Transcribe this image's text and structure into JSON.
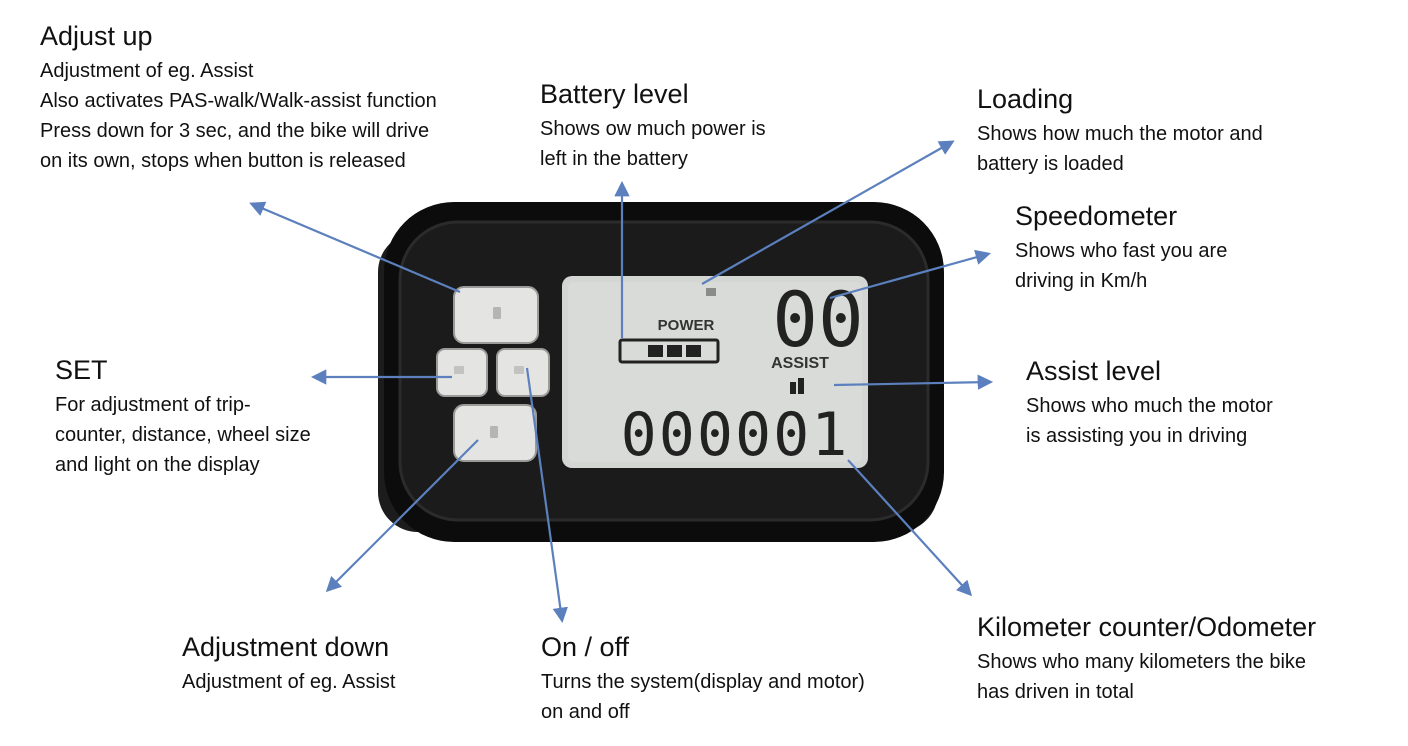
{
  "callouts": {
    "adjust_up": {
      "title": "Adjust up",
      "lines": [
        "Adjustment of eg. Assist",
        "Also activates PAS-walk/Walk-assist function",
        "Press down for 3 sec, and the bike will drive",
        "on its own, stops when button is released"
      ]
    },
    "battery": {
      "title": "Battery level",
      "lines": [
        "Shows ow much power is",
        "left in the battery"
      ]
    },
    "loading": {
      "title": "Loading",
      "lines": [
        "Shows how much the motor and",
        "battery is loaded"
      ]
    },
    "speedometer": {
      "title": "Speedometer",
      "lines": [
        "Shows who fast you are",
        "driving in Km/h"
      ]
    },
    "set": {
      "title": "SET",
      "lines": [
        "For adjustment of trip-",
        "counter, distance, wheel size",
        "and light on the display"
      ]
    },
    "assist": {
      "title": "Assist level",
      "lines": [
        "Shows who much the motor",
        "is assisting you in driving"
      ]
    },
    "adjust_down": {
      "title": "Adjustment down",
      "lines": [
        "Adjustment of eg. Assist"
      ]
    },
    "onoff": {
      "title": "On / off",
      "lines": [
        "Turns the system(display and motor)",
        "on and off"
      ]
    },
    "odometer": {
      "title": "Kilometer counter/Odometer",
      "lines": [
        "Shows who many kilometers the bike",
        "has driven in total"
      ]
    }
  },
  "display": {
    "power_label": "POWER",
    "assist_label": "ASSIST",
    "speed": "00",
    "odometer": "000001"
  },
  "colors": {
    "arrow": "#5b80bd",
    "lcd": "#d4d6d3",
    "bezel": "#141414",
    "button": "#e4e4e2"
  }
}
